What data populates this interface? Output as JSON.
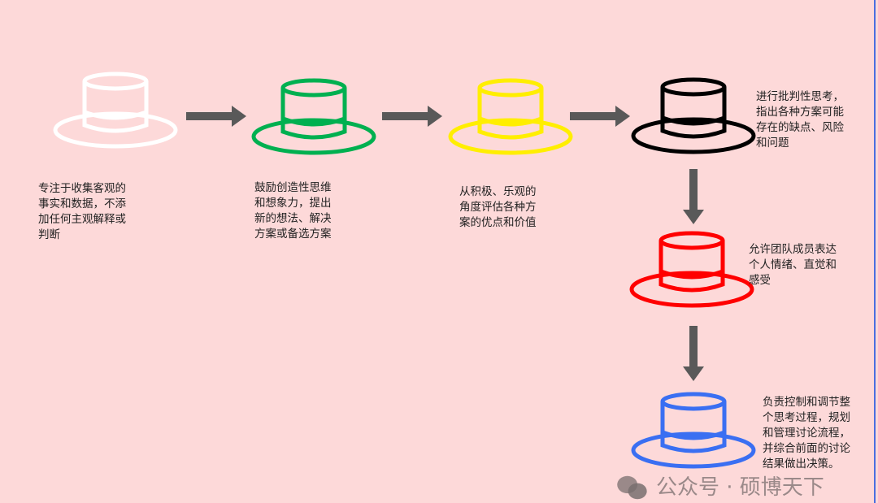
{
  "hats": [
    {
      "name": "white-hat",
      "color": "#ffffff",
      "text": "专注于收集客观的\n事实和数据，不添\n加任何主观解释或\n判断"
    },
    {
      "name": "green-hat",
      "color": "#00b050",
      "text": "鼓励创造性思维\n和想象力，提出\n新的想法、解决\n方案或备选方案"
    },
    {
      "name": "yellow-hat",
      "color": "#ffee00",
      "text": "从积极、乐观的\n角度评估各种方\n案的优点和价值"
    },
    {
      "name": "black-hat",
      "color": "#000000",
      "text": "进行批判性思考，\n指出各种方案可能\n存在的缺点、风险\n和问题"
    },
    {
      "name": "red-hat",
      "color": "#ff0000",
      "text": "允许团队成员表达\n个人情绪、直觉和\n感受"
    },
    {
      "name": "blue-hat",
      "color": "#3a6ff2",
      "text": "负责控制和调节整\n个思考过程，规划\n和管理讨论流程，\n并综合前面的讨论\n结果做出决策。"
    }
  ],
  "arrow_color": "#595959",
  "watermark": "公众号 · 硕博天下"
}
